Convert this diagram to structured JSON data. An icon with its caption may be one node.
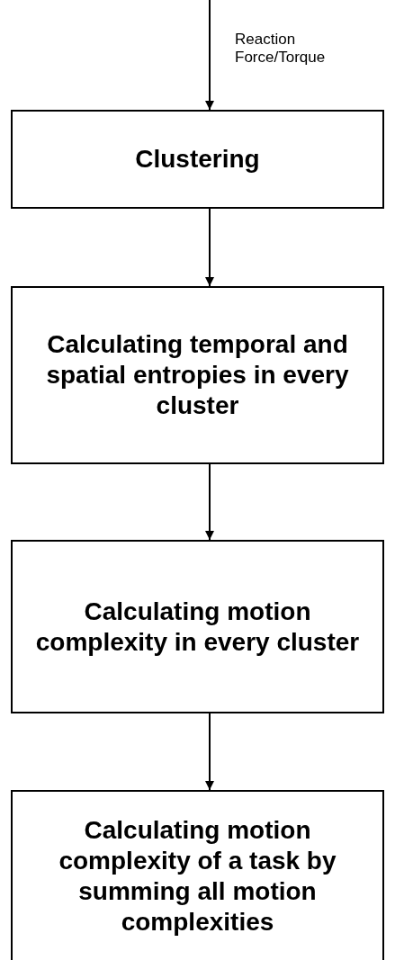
{
  "diagram": {
    "nodes": [
      {
        "text": [
          "Clustering"
        ]
      },
      {
        "text": [
          "Calculating temporal and spatial entropies in every cluster"
        ]
      },
      {
        "text": [
          "Calculating motion complexity in every cluster"
        ]
      },
      {
        "text": [
          "Calculating motion complexity of a task by summing all motion complexities"
        ]
      }
    ],
    "edges": [
      {
        "from": null,
        "to": 0,
        "arrow": "to",
        "label": "Reaction Force/Torque"
      },
      {
        "from": 0,
        "to": 1,
        "arrow": "to"
      },
      {
        "from": 1,
        "to": 2,
        "arrow": "to"
      },
      {
        "from": 2,
        "to": 3,
        "arrow": "to"
      }
    ]
  }
}
